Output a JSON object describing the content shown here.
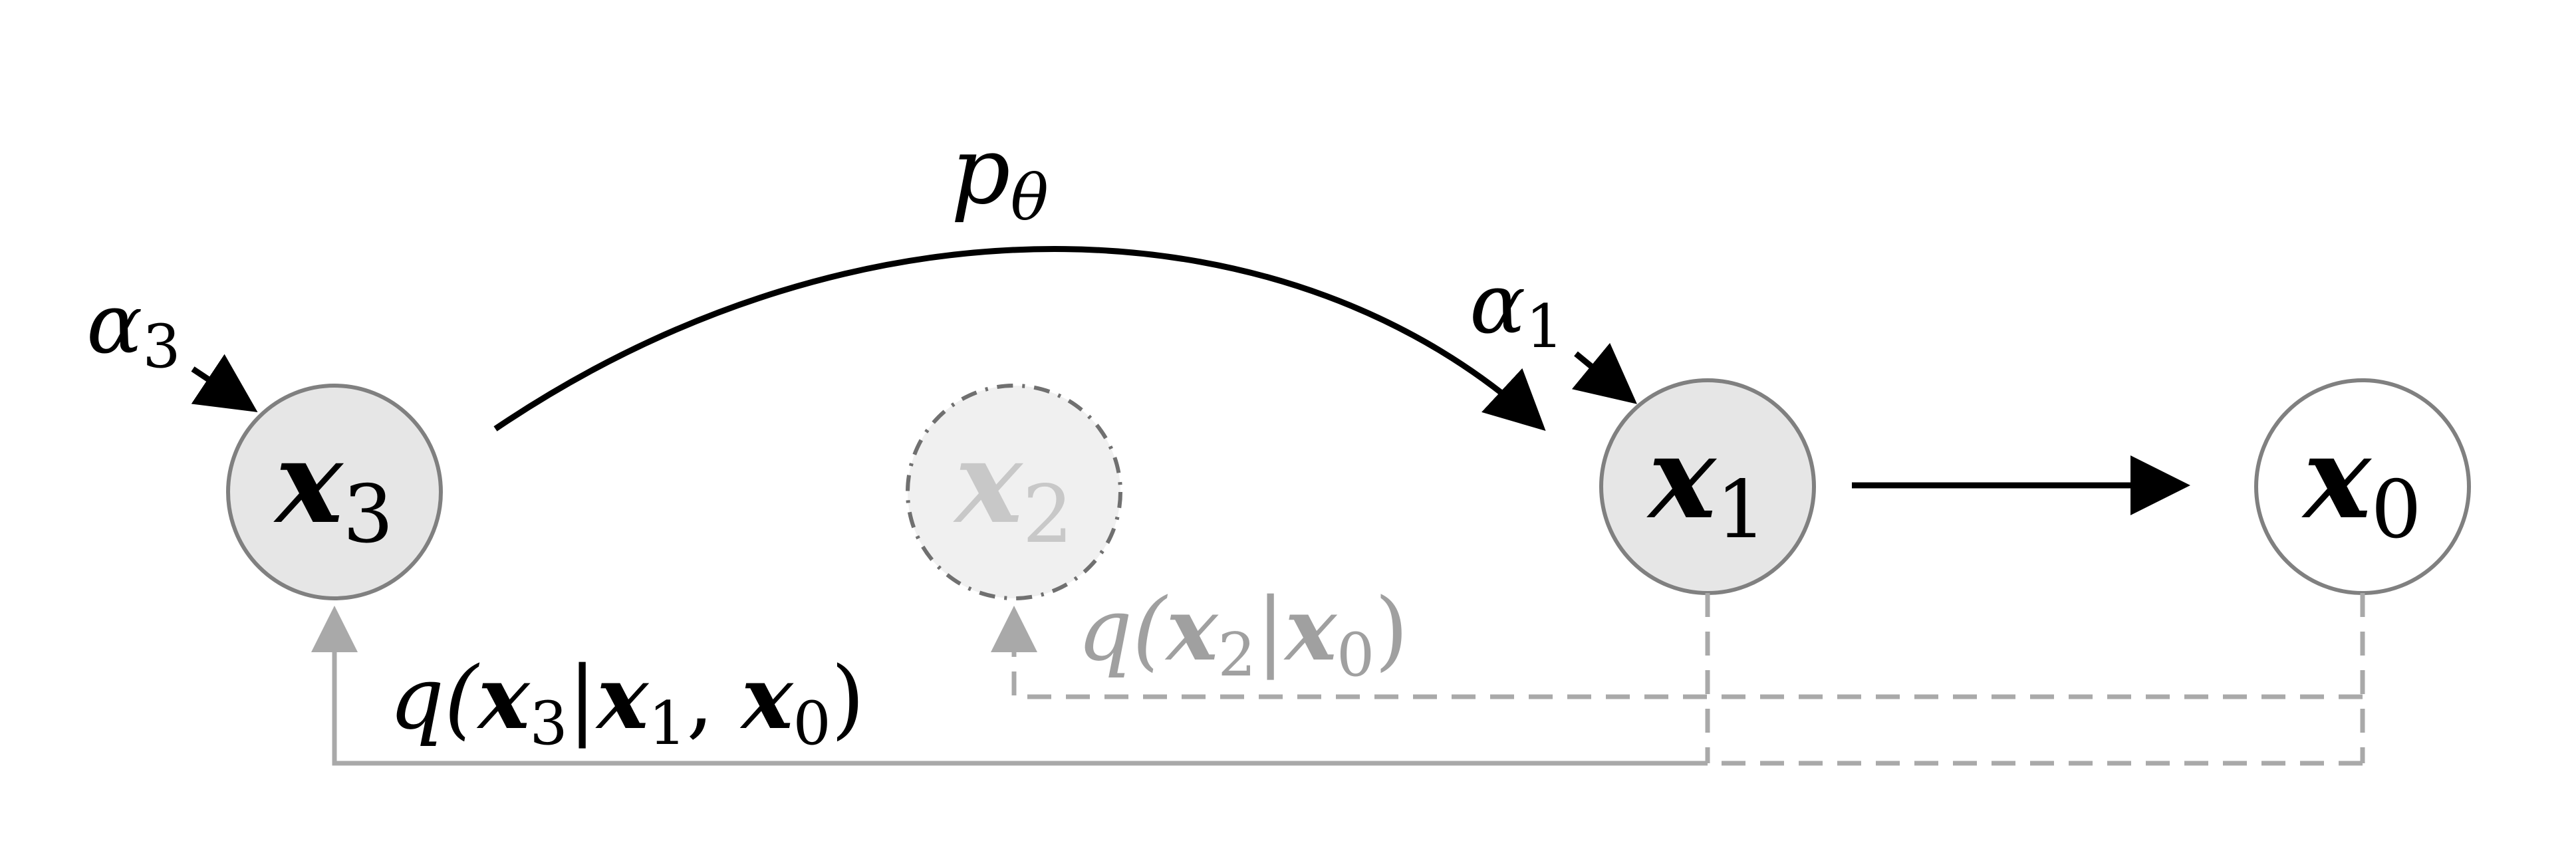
{
  "nodes": {
    "x3": {
      "var": "x",
      "sub": "3"
    },
    "x2": {
      "var": "x",
      "sub": "2"
    },
    "x1": {
      "var": "x",
      "sub": "1"
    },
    "x0": {
      "var": "x",
      "sub": "0"
    }
  },
  "labels": {
    "p_theta": {
      "var": "p",
      "sub": "θ"
    },
    "alpha3": {
      "var": "α",
      "sub": "3"
    },
    "alpha1": {
      "var": "α",
      "sub": "1"
    },
    "q3": {
      "q": "q(",
      "x": "x",
      "s3": "3",
      "bar": "|",
      "s1": "1",
      "comma": ", ",
      "s0": "0",
      "close": ")"
    },
    "q2": {
      "q": "q(",
      "x": "x",
      "s2": "2",
      "bar": "|",
      "s0": "0",
      "close": ")"
    }
  },
  "colors": {
    "active_node_fill": "#e6e6e6",
    "node_stroke": "#808080",
    "faded_text": "#c8c8c8",
    "faded_fill": "#f0f0f0",
    "dashed_edge": "#a9a9a9",
    "text": "#000000",
    "faded_label": "#a0a0a0"
  }
}
